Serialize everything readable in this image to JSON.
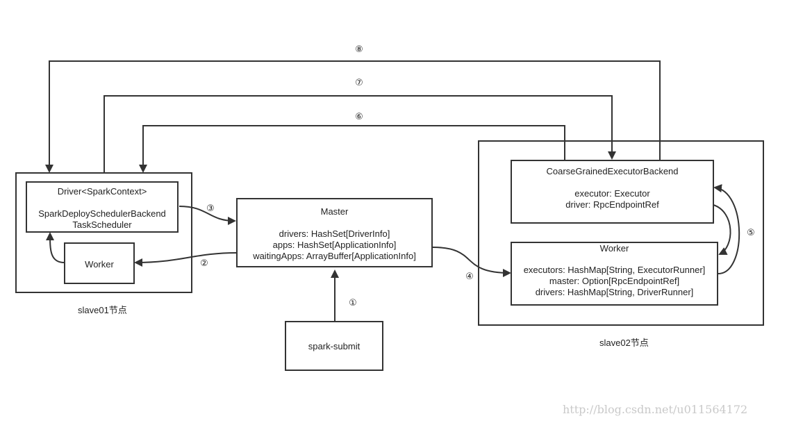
{
  "nodes": {
    "driver": {
      "title": "Driver<SparkContext>",
      "line1": "SparkDeploySchedulerBackend",
      "line2": "TaskScheduler"
    },
    "worker_slave01": {
      "label": "Worker"
    },
    "master": {
      "title": "Master",
      "fields": [
        "drivers: HashSet[DriverInfo]",
        "apps: HashSet[ApplicationInfo]",
        "waitingApps: ArrayBuffer[ApplicationInfo]"
      ]
    },
    "spark_submit": {
      "label": "spark-submit"
    },
    "executor_backend": {
      "title": "CoarseGrainedExecutorBackend",
      "fields": [
        "executor: Executor",
        "driver: RpcEndpointRef"
      ]
    },
    "worker_slave02": {
      "title": "Worker",
      "fields": [
        "executors: HashMap[String, ExecutorRunner]",
        "master: Option[RpcEndpointRef]",
        "drivers: HashMap[String, DriverRunner]"
      ]
    }
  },
  "groups": {
    "slave01": "slave01节点",
    "slave02": "slave02节点"
  },
  "steps": [
    "①",
    "②",
    "③",
    "④",
    "⑤",
    "⑥",
    "⑦",
    "⑧"
  ],
  "watermark": "http://blog.csdn.net/u011564172",
  "colors": {
    "stroke": "#333333",
    "watermark": "#c9c9c9"
  }
}
